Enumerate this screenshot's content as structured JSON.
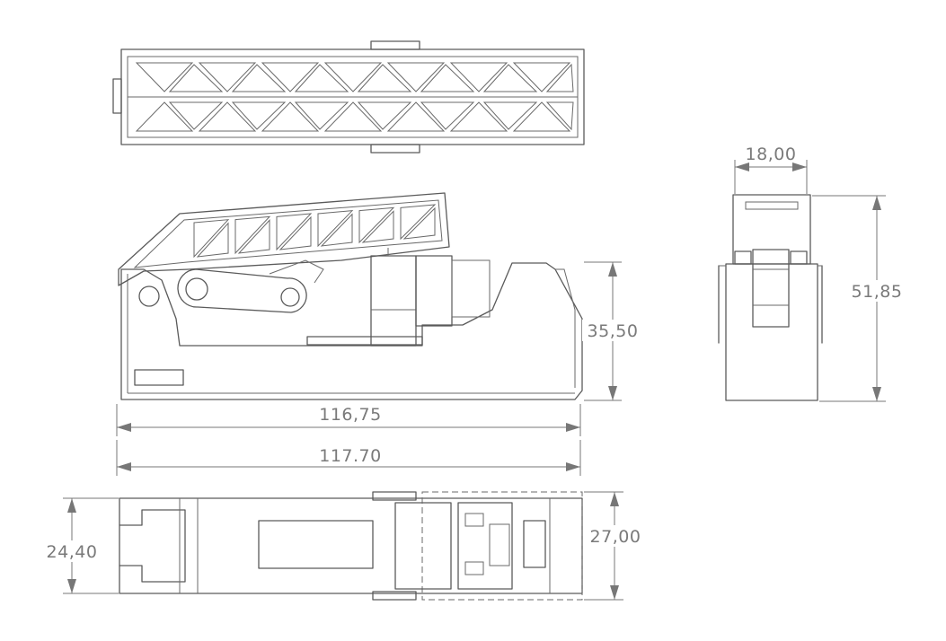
{
  "dimensions": {
    "overall_length_inner": "116,75",
    "overall_length_outer": "117.70",
    "side_height": "35,50",
    "end_width": "18,00",
    "end_height": "51,85",
    "bottom_width": "24,40",
    "bottom_depth": "27,00"
  },
  "colors": {
    "line": "#5a5a5a",
    "dimension": "#777777",
    "background": "#ffffff"
  }
}
